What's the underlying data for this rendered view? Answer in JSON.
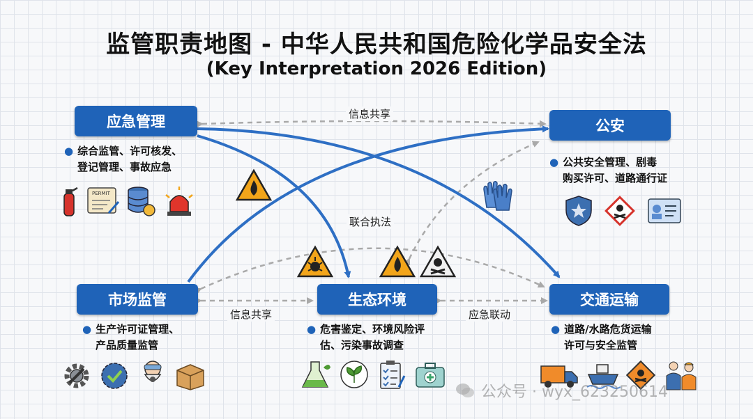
{
  "title": "监管职责地图 - 中华人民共和国危险化学品安全法",
  "subtitle": "(Key Interpretation 2026 Edition)",
  "nodes": {
    "emergency": {
      "label": "应急管理",
      "desc": [
        "综合监管、许可核发、",
        "登记管理、事故应急"
      ]
    },
    "police": {
      "label": "公安",
      "desc": [
        "公共安全管理、剧毒",
        "购买许可、道路通行证"
      ]
    },
    "market": {
      "label": "市场监管",
      "desc": [
        "生产许可证管理、",
        "产品质量监管"
      ]
    },
    "ecology": {
      "label": "生态环境",
      "desc": [
        "危害鉴定、环境风险评",
        "估、污染事故调查"
      ]
    },
    "transport": {
      "label": "交通运输",
      "desc": [
        "道路/水路危货运输",
        "许可与安全监管"
      ]
    }
  },
  "edge_labels": {
    "info_share_top": "信息共享",
    "joint_enforcement": "联合执法",
    "info_share_bottom": "信息共享",
    "emergency_link": "应急联动"
  },
  "icons": {
    "emergency": [
      "fire-extinguisher-icon",
      "permit-document-icon",
      "database-icon",
      "alarm-light-icon"
    ],
    "police": [
      "police-badge-icon",
      "toxic-hazard-icon",
      "id-card-icon"
    ],
    "market": [
      "gear-wrench-icon",
      "certified-badge-icon",
      "respirator-mask-icon",
      "box-icon"
    ],
    "ecology": [
      "lab-flask-icon",
      "leaf-icon",
      "checklist-icon",
      "medical-kit-icon"
    ],
    "transport": [
      "truck-icon",
      "ship-icon",
      "hazard-diamond-icon",
      "workers-icon"
    ],
    "floating": [
      "flammable-warning-icon",
      "gloves-icon",
      "explosive-warning-icon",
      "flammable-warning-icon",
      "toxic-warning-icon"
    ]
  },
  "watermark": "公众号 · wyx_623250614",
  "colors": {
    "node": "#1f63b8",
    "arrow": "#2e6fc4",
    "dashed": "#a9a9a9",
    "warning": "#f2a51a"
  }
}
